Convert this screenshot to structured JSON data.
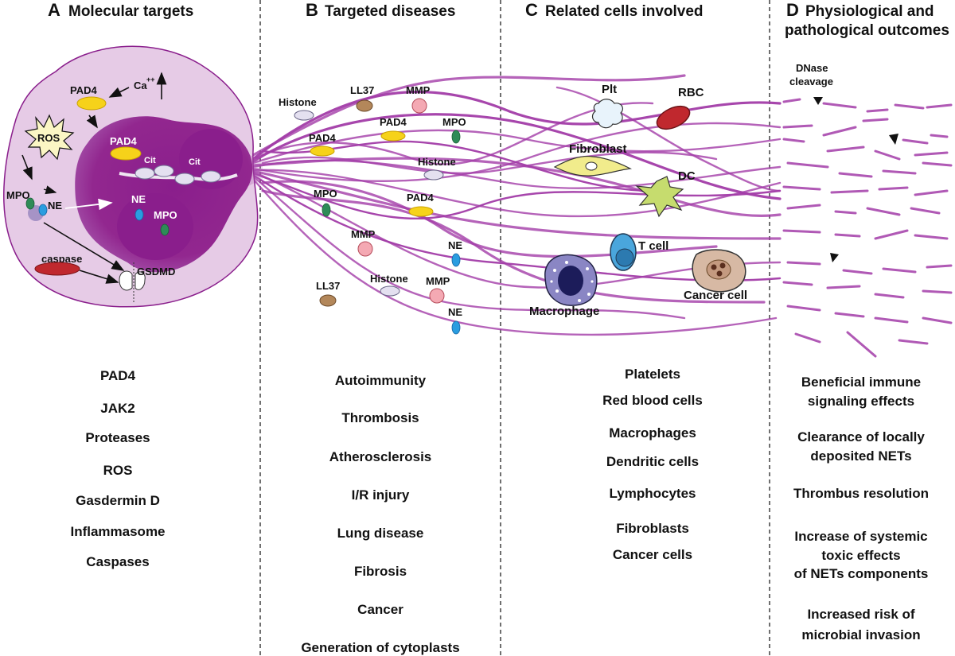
{
  "panels": {
    "a": {
      "letter": "A",
      "title": "Molecular targets",
      "list": [
        "PAD4",
        "JAK2",
        "Proteases",
        "ROS",
        "Gasdermin D",
        "Inflammasome",
        "Caspases"
      ]
    },
    "b": {
      "letter": "B",
      "title": "Targeted diseases",
      "list": [
        "Autoimmunity",
        "Thrombosis",
        "Atherosclerosis",
        "I/R injury",
        "Lung disease",
        "Fibrosis",
        "Cancer",
        "Generation of cytoplasts"
      ]
    },
    "c": {
      "letter": "C",
      "title": "Related cells involved",
      "list": [
        "Platelets",
        "Red blood cells",
        "Macrophages",
        "Dendritic cells",
        "Lymphocytes",
        "Fibroblasts",
        "Cancer cells"
      ]
    },
    "d": {
      "letter": "D",
      "title_line1": "Physiological and",
      "title_line2": "pathological outcomes",
      "list": [
        [
          "Beneficial immune",
          "signaling effects"
        ],
        [
          "Clearance of locally",
          "deposited NETs"
        ],
        [
          "Thrombus resolution"
        ],
        [
          "Increase of systemic",
          "toxic effects",
          "of NETs components"
        ],
        [
          "Increased risk of",
          "microbial invasion"
        ]
      ]
    }
  },
  "cell_labels": {
    "pad4_top": "PAD4",
    "ca": "Ca",
    "ca_sup": "++",
    "ros": "ROS",
    "pad4_nucleus": "PAD4",
    "cit1": "Cit",
    "cit2": "Cit",
    "mpo_cyto": "MPO",
    "ne_cyto": "NE",
    "ne_nucleus": "NE",
    "mpo_nucleus": "MPO",
    "caspase": "caspase",
    "gsdmd": "GSDMD"
  },
  "net_components": {
    "histone1": "Histone",
    "ll37_1": "LL37",
    "mmp1": "MMP",
    "pad4_1": "PAD4",
    "pad4_2": "PAD4",
    "mpo_1": "MPO",
    "histone2": "Histone",
    "mpo_2": "MPO",
    "pad4_3": "PAD4",
    "mmp2": "MMP",
    "ne1": "NE",
    "ll37_2": "LL37",
    "histone3": "Histone",
    "mmp3": "MMP",
    "ne2": "NE"
  },
  "cells": {
    "plt": "Plt",
    "rbc": "RBC",
    "fibroblast": "Fibroblast",
    "dc": "DC",
    "tcell": "T cell",
    "macrophage": "Macrophage",
    "cancer": "Cancer cell"
  },
  "dnase": {
    "line1": "DNase",
    "line2": "cleavage"
  },
  "colors": {
    "fiber": "#a23ca8",
    "cell_bg": "#e6cbe6",
    "nucleus": "#8a1e8c",
    "pad4": "#f6d21a",
    "mpo": "#2e8b57",
    "ne": "#2a9de0",
    "histone": "#e4e0f0",
    "ll37": "#b3875a",
    "mmp": "#f4a9b3",
    "rbc": "#c0282e",
    "fibroblast": "#f1ec8c",
    "dc": "#c6dc6e",
    "tcell": "#4aa6dc",
    "macrophage": "#8a86c4",
    "cancer": "#d7b9a4"
  }
}
